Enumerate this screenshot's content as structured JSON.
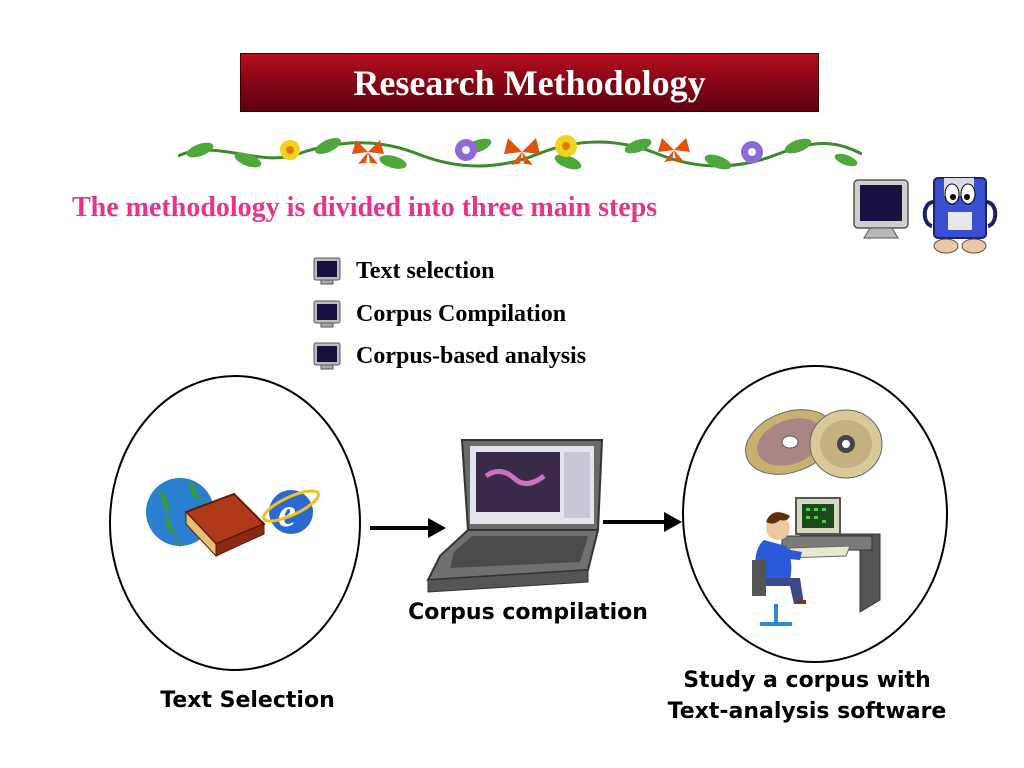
{
  "slide": {
    "title": "Research Methodology",
    "subtitle": "The methodology is divided into three main steps",
    "steps": [
      {
        "label": "Text selection"
      },
      {
        "label": "Corpus Compilation"
      },
      {
        "label": "Corpus-based analysis"
      }
    ],
    "diagram": {
      "left_caption": "Text Selection",
      "middle_caption": "Corpus compilation",
      "right_caption_line1": "Study a corpus with",
      "right_caption_line2": "Text-analysis software"
    }
  },
  "colors": {
    "title_bg": "#8e0616",
    "title_text": "#ffffff",
    "subtitle": "#e8338a",
    "body_text": "#000000"
  },
  "icons": [
    "computer-monitor-icon",
    "floppy-disk-mascot-icon",
    "monitor-bullet-icon",
    "globe-icon",
    "book-icon",
    "internet-explorer-icon",
    "laptop-icon",
    "cd-disc-icon",
    "person-at-computer-icon",
    "arrow-right-icon",
    "vine-decoration"
  ]
}
